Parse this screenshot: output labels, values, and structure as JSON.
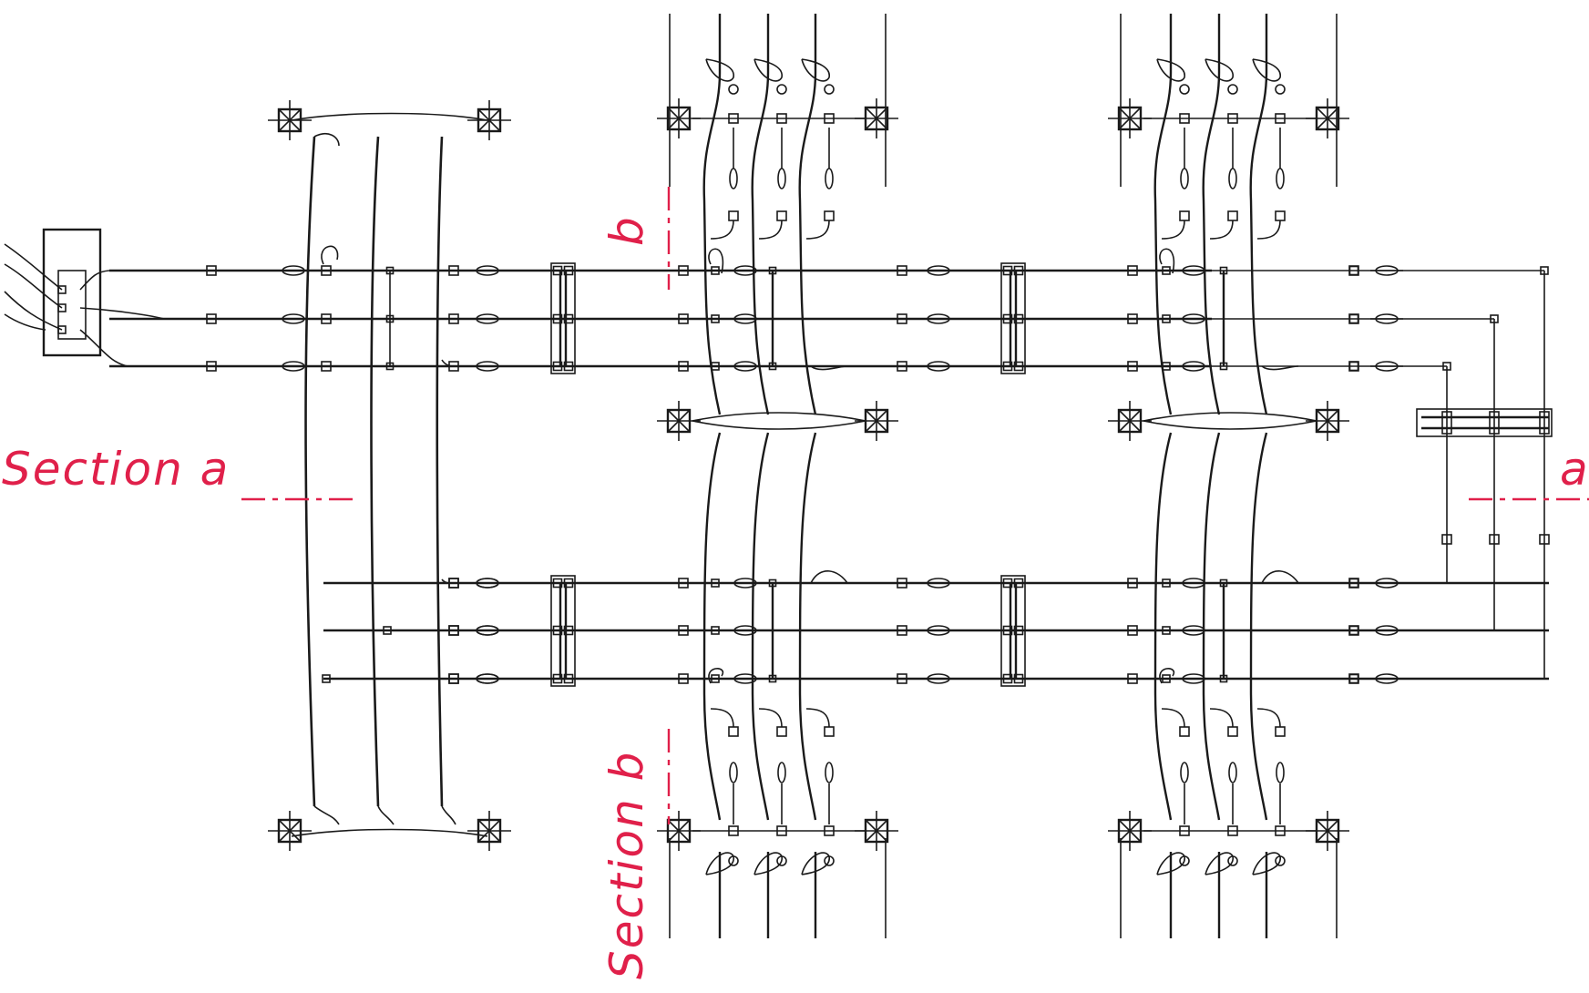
{
  "colors": {
    "background": "#ffffff",
    "ink": "#1a1a1a",
    "annotation": "#e0204a"
  },
  "labels": {
    "section_a": "Section  a",
    "section_a_right": "a",
    "section_b_vertical": "Section  b",
    "b_top": "b"
  },
  "components": {
    "terminal_box": "source-terminal-box-icon",
    "insulator": "post-insulator-icon",
    "disconnector": "disconnector-switch-icon",
    "busbar": "busbar-conductor",
    "clamp": "connector-clamp-icon"
  }
}
